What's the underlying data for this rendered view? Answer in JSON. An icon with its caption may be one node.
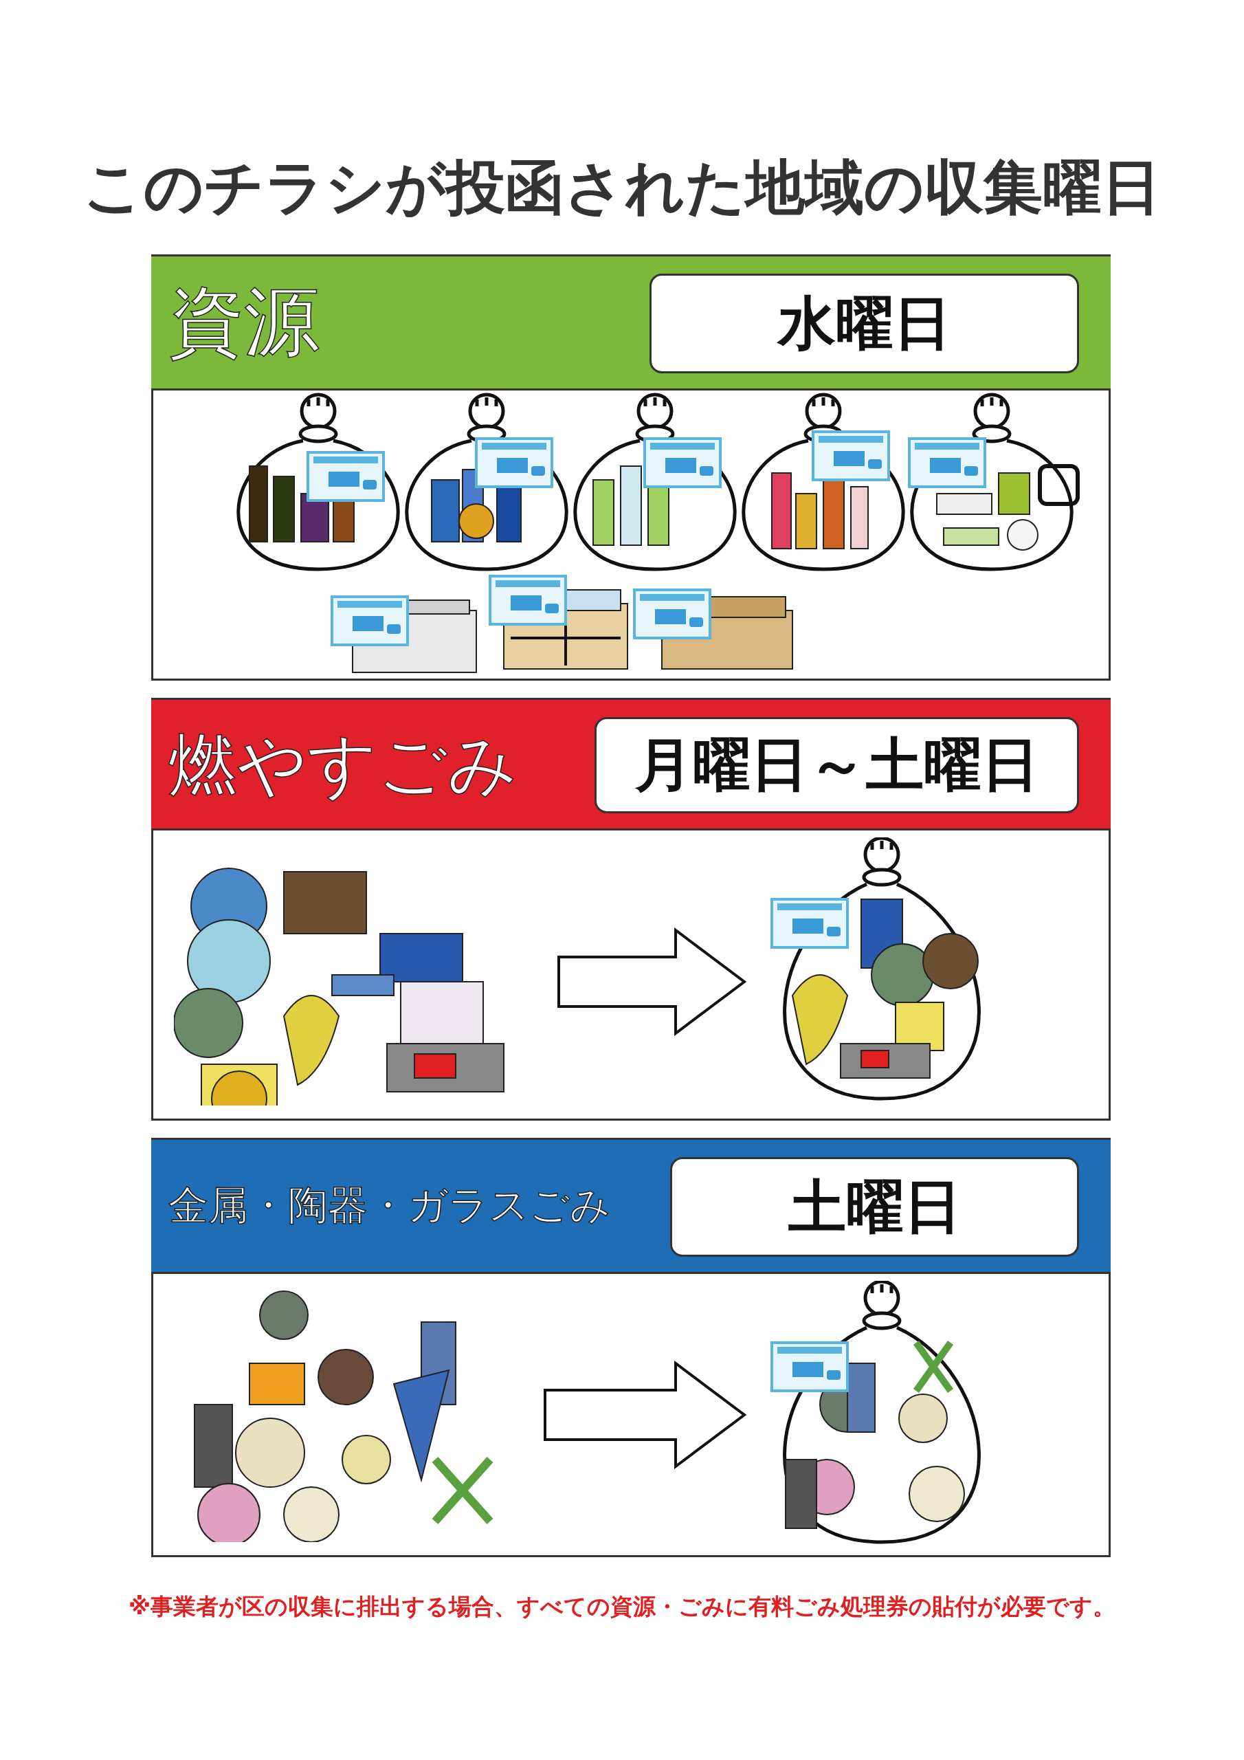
{
  "diagram": {
    "title": "このチラシが投函された地域の収集曜日",
    "nodes": [
      {
        "text": [
          "資源"
        ]
      },
      {
        "text": [
          "水曜日"
        ],
        "in": 0
      },
      {
        "text": [],
        "shape": "box"
      },
      {
        "text": [
          "燃やすごみ"
        ]
      },
      {
        "text": [
          "月曜日～土曜日"
        ],
        "in": 3
      },
      {
        "text": [],
        "shape": "box"
      },
      {
        "text": [],
        "shape": "picture",
        "in": 5
      },
      {
        "text": [],
        "shape": "picture",
        "in": 5
      },
      {
        "text": [
          "金属・陶器・ガラスごみ"
        ]
      },
      {
        "text": [
          "土曜日"
        ],
        "in": 8
      },
      {
        "text": [],
        "shape": "box"
      },
      {
        "text": [],
        "shape": "picture",
        "in": 10
      },
      {
        "text": [],
        "shape": "picture",
        "in": 10
      }
    ],
    "edges": [
      {
        "from": 6,
        "to": 7,
        "arrow": "to"
      },
      {
        "from": 11,
        "to": 12,
        "arrow": "to"
      }
    ],
    "labels": [
      "※事業者が区の収集に排出する場合、すべての資源・ごみに有料ごみ処理券の貼付が必要です。"
    ]
  }
}
